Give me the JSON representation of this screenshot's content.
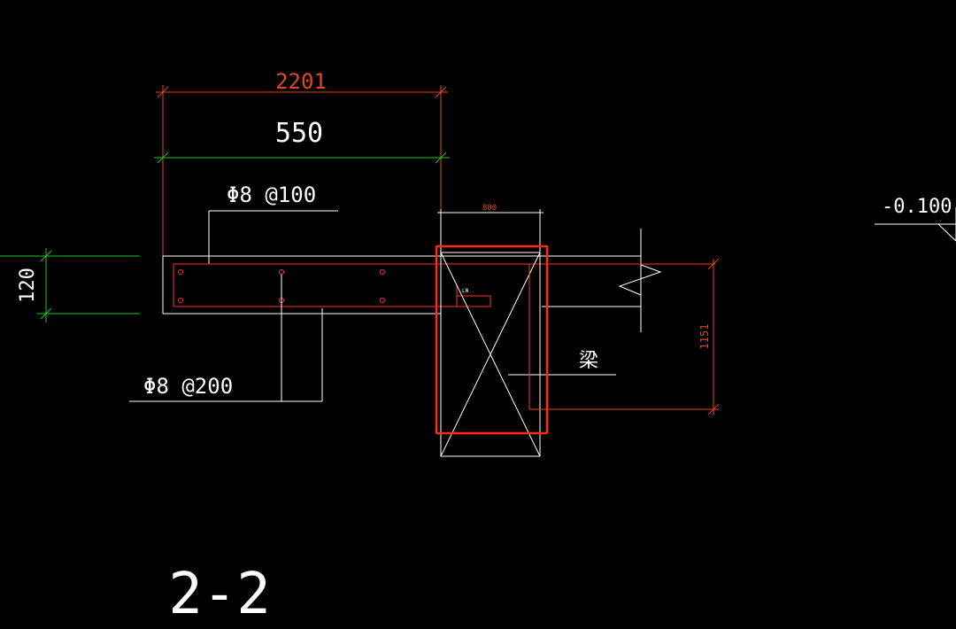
{
  "drawing": {
    "dim_top_red": "2201",
    "dim_top_green": "550",
    "rebar_top": "Φ8 @100",
    "rebar_bottom": "Φ8 @200",
    "dim_left": "120",
    "dim_beam_width": "800",
    "dim_small": "LN",
    "dim_beam_height": "1151",
    "beam_label": "梁",
    "elevation": "-0.100",
    "section_label": "2-2"
  },
  "colors": {
    "background": "#000000",
    "line": "#ffffff",
    "dim_red": "#e0471f",
    "dim_green": "#1ec51e",
    "highlight": "#ff2a1a",
    "rebar": "#ff3030"
  }
}
